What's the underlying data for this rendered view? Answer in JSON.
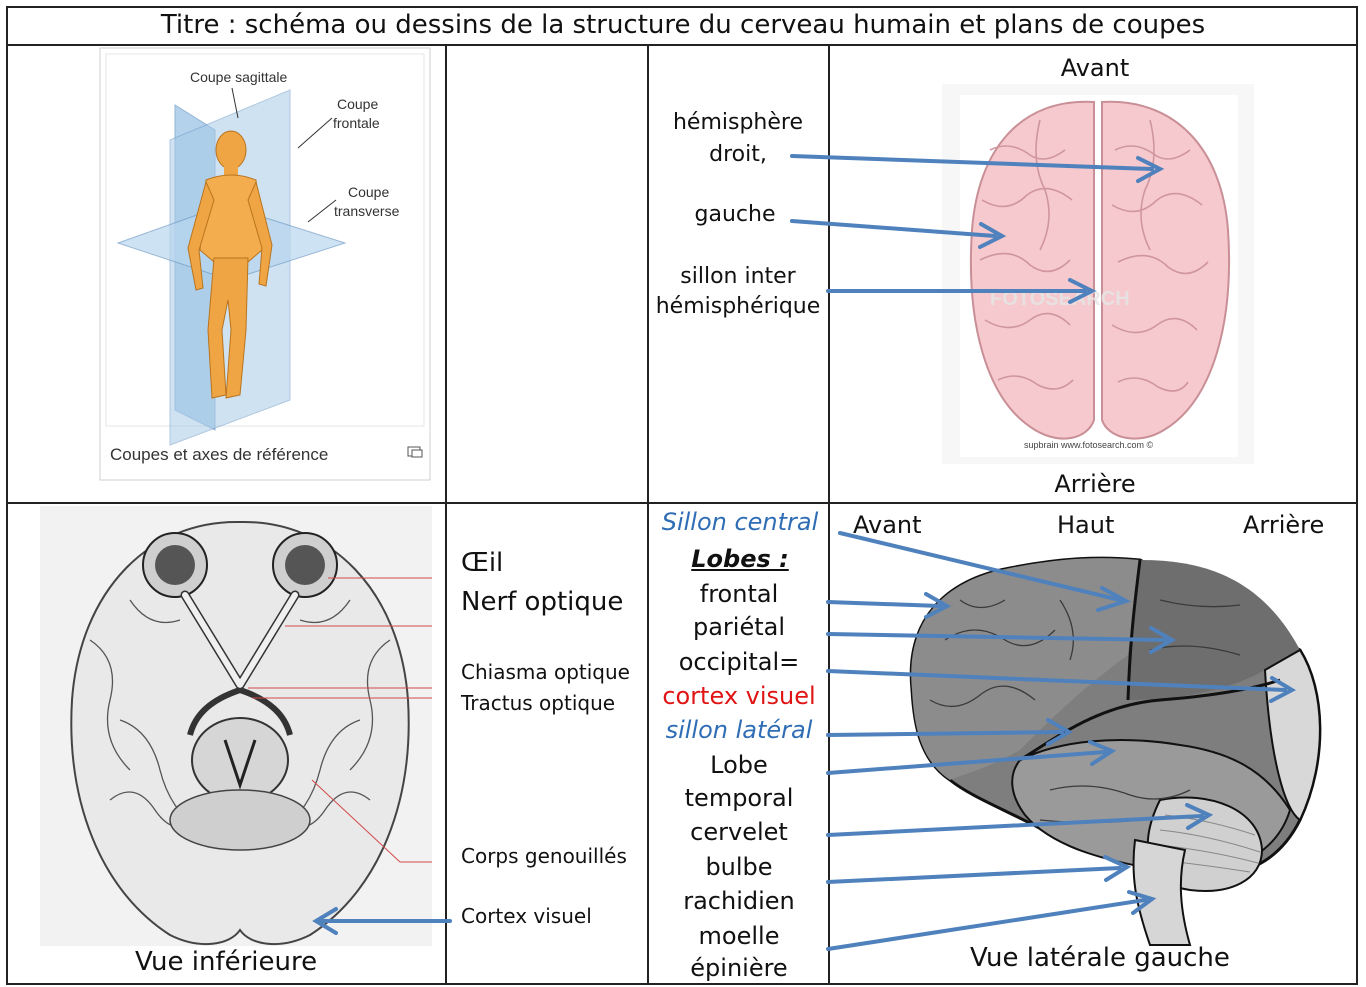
{
  "title": "Titre : schéma ou dessins de la structure du cerveau humain et plans de coupes",
  "planes_figure": {
    "label_sagittal": "Coupe sagittale",
    "label_frontal_1": "Coupe",
    "label_frontal_2": "frontale",
    "label_transverse_1": "Coupe",
    "label_transverse_2": "transverse",
    "caption": "Coupes et axes de référence"
  },
  "top_view": {
    "front_label": "Avant",
    "back_label": "Arrière",
    "labels": {
      "hemisphere_1": "hémisphère",
      "hemisphere_2": "droit,",
      "left": "gauche",
      "sulcus_1": "sillon inter",
      "sulcus_2": "hémisphérique"
    },
    "watermark": "FOTOSEARCH",
    "credit": "supbrain  www.fotosearch.com ©"
  },
  "inferior_view": {
    "caption": "Vue inférieure",
    "labels": {
      "eye": "Œil",
      "optic_nerve": "Nerf optique",
      "chiasm": "Chiasma optique",
      "tract": "Tractus optique",
      "geniculate": "Corps genouillés",
      "visual_cortex": "Cortex visuel"
    }
  },
  "lateral_view": {
    "caption": "Vue latérale gauche",
    "front_label": "Avant",
    "top_label": "Haut",
    "back_label": "Arrière",
    "labels": {
      "central_sulcus": "Sillon central",
      "lobes_heading": "Lobes :",
      "frontal": "frontal",
      "parietal": "pariétal",
      "occipital": "occipital=",
      "visual_cortex": "cortex visuel",
      "lateral_sulcus": "sillon latéral",
      "lobe": "Lobe",
      "temporal": "temporal",
      "cerebellum": "cervelet",
      "bulbe": "bulbe",
      "rachidien": "rachidien",
      "moelle": "moelle",
      "epiniere": "épinière"
    }
  },
  "colors": {
    "arrow_blue": "#4f81bd",
    "label_blue": "#2f6db5",
    "label_red": "#e01414",
    "brain_pink": "#f5c9cd",
    "brain_gray": "#8c8c8c"
  }
}
